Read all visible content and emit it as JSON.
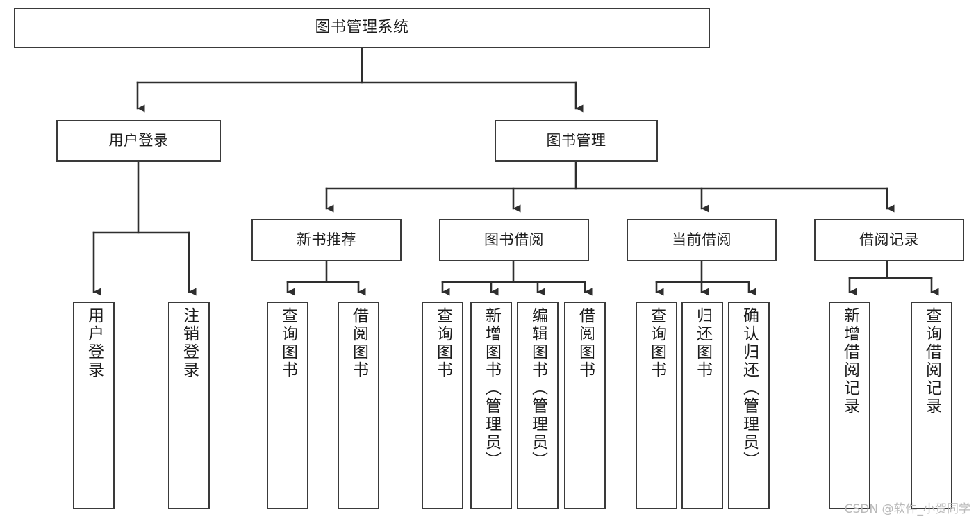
{
  "diagram": {
    "title": "图书管理系统",
    "type": "tree-hierarchy",
    "orientation": "top-down",
    "line_color": "#3a3a3a",
    "box_fill": "#ffffff",
    "text_color": "#1c1c1c"
  },
  "nodes": {
    "root": {
      "label": "图书管理系统",
      "level": 1
    },
    "level2": [
      {
        "id": "user-login",
        "label": "用户登录",
        "level": 2
      },
      {
        "id": "book-management",
        "label": "图书管理",
        "level": 2
      }
    ],
    "level3": [
      {
        "id": "new-book-recommend",
        "label": "新书推荐",
        "level": 3,
        "parent": "book-management"
      },
      {
        "id": "book-borrow",
        "label": "图书借阅",
        "level": 3,
        "parent": "book-management"
      },
      {
        "id": "current-borrow",
        "label": "当前借阅",
        "level": 3,
        "parent": "book-management"
      },
      {
        "id": "borrow-record",
        "label": "借阅记录",
        "level": 3,
        "parent": "book-management"
      }
    ],
    "leaves": [
      {
        "id": "leaf-user-login",
        "label": "用户登录",
        "parent": "user-login"
      },
      {
        "id": "leaf-logout-login",
        "label": "注销登录",
        "parent": "user-login"
      },
      {
        "id": "leaf-query-book-1",
        "label": "查询图书",
        "parent": "new-book-recommend"
      },
      {
        "id": "leaf-borrow-book-1",
        "label": "借阅图书",
        "parent": "new-book-recommend"
      },
      {
        "id": "leaf-query-book-2",
        "label": "查询图书",
        "parent": "book-borrow"
      },
      {
        "id": "leaf-add-book",
        "label": "新增图书（管理员）",
        "parent": "book-borrow"
      },
      {
        "id": "leaf-edit-book",
        "label": "编辑图书（管理员）",
        "parent": "book-borrow"
      },
      {
        "id": "leaf-borrow-book-2",
        "label": "借阅图书",
        "parent": "book-borrow"
      },
      {
        "id": "leaf-query-book-3",
        "label": "查询图书",
        "parent": "current-borrow"
      },
      {
        "id": "leaf-return-book",
        "label": "归还图书",
        "parent": "current-borrow"
      },
      {
        "id": "leaf-confirm-return",
        "label": "确认归还（管理员）",
        "parent": "current-borrow"
      },
      {
        "id": "leaf-add-record",
        "label": "新增借阅记录",
        "parent": "borrow-record"
      },
      {
        "id": "leaf-query-record",
        "label": "查询借阅记录",
        "parent": "borrow-record"
      }
    ]
  },
  "watermark": {
    "text": "CSDN @软件_小贺同学"
  }
}
